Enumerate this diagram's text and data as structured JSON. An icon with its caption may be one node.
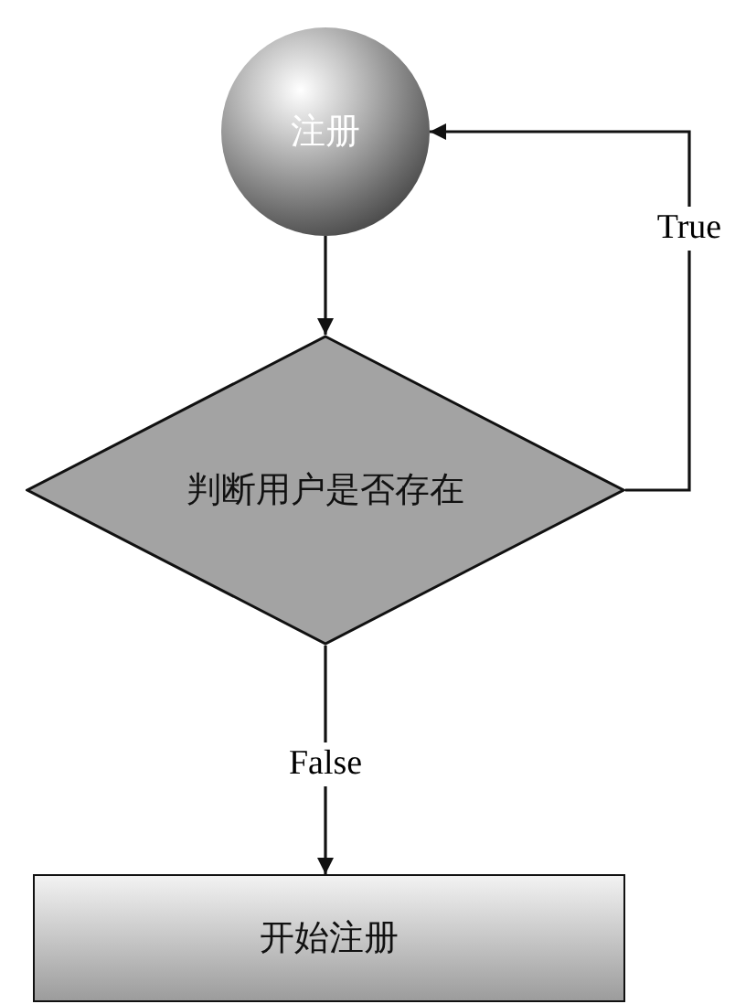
{
  "diagram": {
    "nodes": [
      {
        "text": [
          "注册"
        ]
      },
      {
        "text": [
          "判断用户是否存在"
        ]
      },
      {
        "text": [
          "开始注册"
        ]
      }
    ],
    "edges": [
      {
        "from": 0,
        "to": 1,
        "arrow": "to"
      },
      {
        "from": 1,
        "to": 0,
        "arrow": "to",
        "label": "True"
      },
      {
        "from": 1,
        "to": 2,
        "arrow": "to",
        "label": "False"
      }
    ]
  }
}
